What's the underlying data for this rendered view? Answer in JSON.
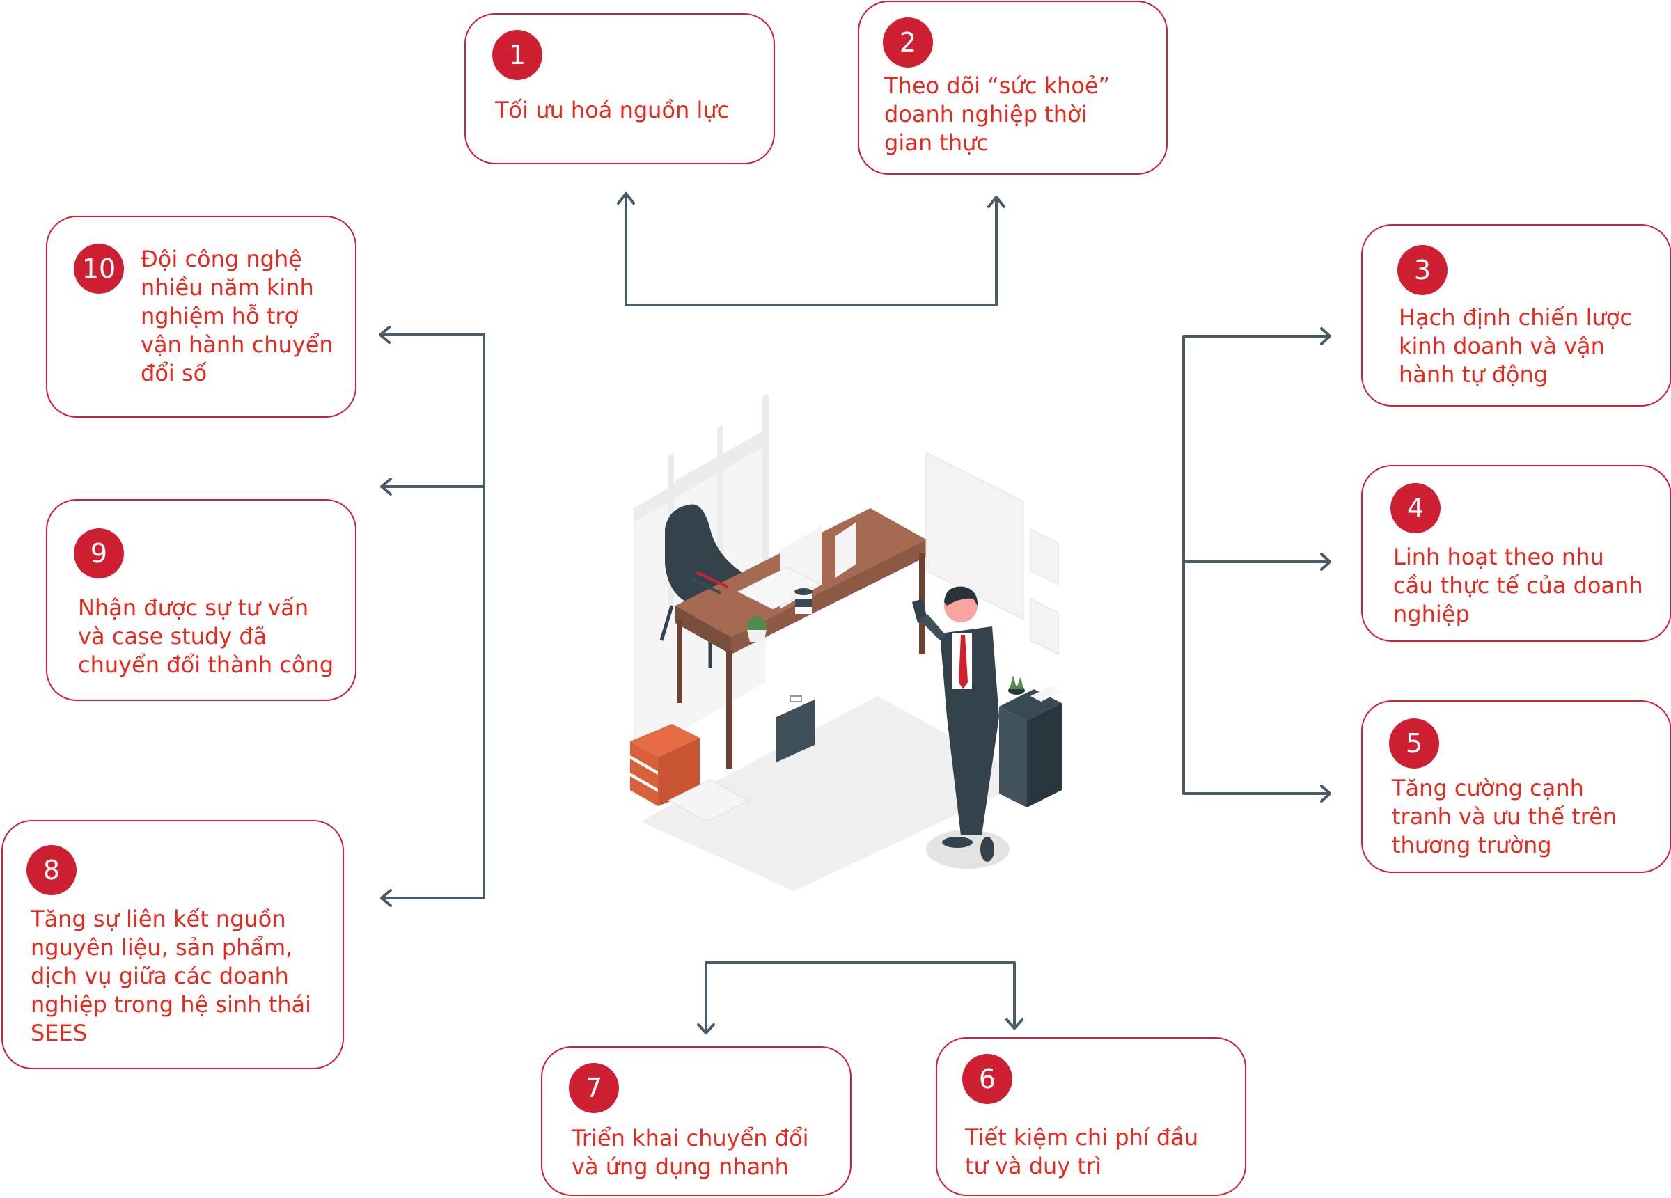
{
  "colors": {
    "accent": "#cf1f33",
    "text": "#e8281d",
    "connector": "#485b66"
  },
  "center_illustration": {
    "description": "isometric office: businessman with phone, desk, chair, binders, filing cabinet"
  },
  "items": [
    {
      "number": "1",
      "text": "Tối ưu hoá nguồn lực"
    },
    {
      "number": "2",
      "text": "Theo dõi “sức khoẻ”\ndoanh nghiệp thời\ngian thực"
    },
    {
      "number": "3",
      "text": "Hạch định chiến lược\nkinh doanh và vận\nhành tự động"
    },
    {
      "number": "4",
      "text": "Linh hoạt theo nhu\ncầu thực tế của doanh\nnghiệp"
    },
    {
      "number": "5",
      "text": "Tăng cường cạnh\ntranh và ưu thế trên\nthương trường"
    },
    {
      "number": "6",
      "text": "Tiết kiệm chi phí đầu\ntư và duy trì"
    },
    {
      "number": "7",
      "text": "Triển khai chuyển đổi\nvà ứng dụng nhanh"
    },
    {
      "number": "8",
      "text": "Tăng sự liên kết nguồn\nnguyên liệu, sản phẩm,\ndịch vụ giữa các doanh\nnghiệp trong hệ sinh thái\nSEES"
    },
    {
      "number": "9",
      "text": "Nhận được sự tư vấn\nvà case study đã\nchuyển đổi thành công"
    },
    {
      "number": "10",
      "text": "Đội công nghệ\nnhiều năm kinh\nnghiệm hỗ trợ\nvận hành chuyển\nđổi số"
    }
  ]
}
